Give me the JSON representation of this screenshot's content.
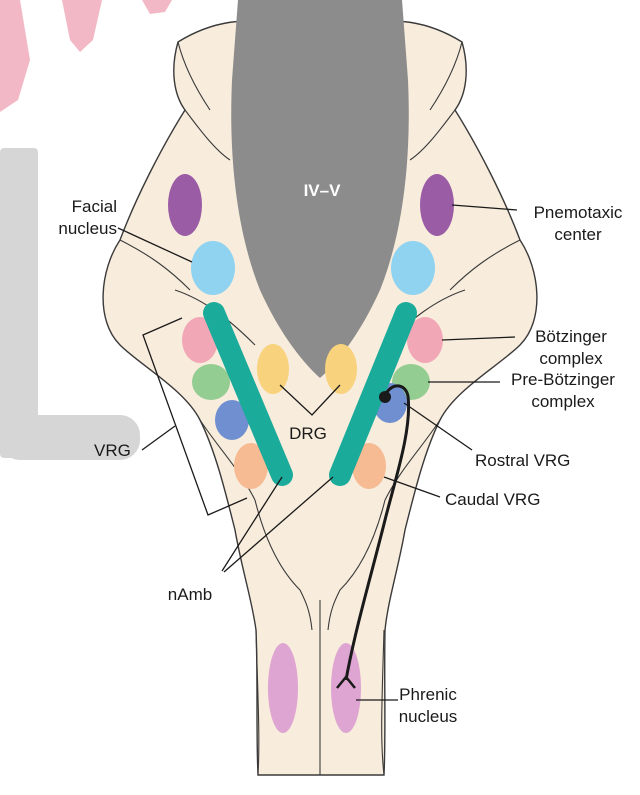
{
  "labels": {
    "ventricle": "IV–V",
    "facial_line1": "Facial",
    "facial_line2": "nucleus",
    "pneumo_line1": "Pnemotaxic",
    "pneumo_line2": "center",
    "botz_line1": "Bötzinger",
    "botz_line2": "complex",
    "prebotz_line1": "Pre-Bötzinger",
    "prebotz_line2": "complex",
    "rostral": "Rostral VRG",
    "caudal": "Caudal VRG",
    "drg": "DRG",
    "vrg": "VRG",
    "namb": "nAmb",
    "phrenic_line1": "Phrenic",
    "phrenic_line2": "nucleus"
  },
  "colors": {
    "tissue": "#f8ecdc",
    "tissue_stroke": "#3a3a3a",
    "ventricle": "#8c8c8c",
    "watermark": "#f2b8c6",
    "watermark_gray": "#d6d6d6",
    "pneumotaxic": "#9b5ca6",
    "facial": "#8fd3f0",
    "botzinger": "#f2a7b6",
    "pre_botzinger": "#94cd92",
    "rostral_vrg": "#6f8fd0",
    "caudal_vrg": "#f6bb93",
    "drg": "#f8d27c",
    "namb": "#1aab9b",
    "phrenic": "#dea4d2",
    "axon": "#1a1a1a"
  }
}
